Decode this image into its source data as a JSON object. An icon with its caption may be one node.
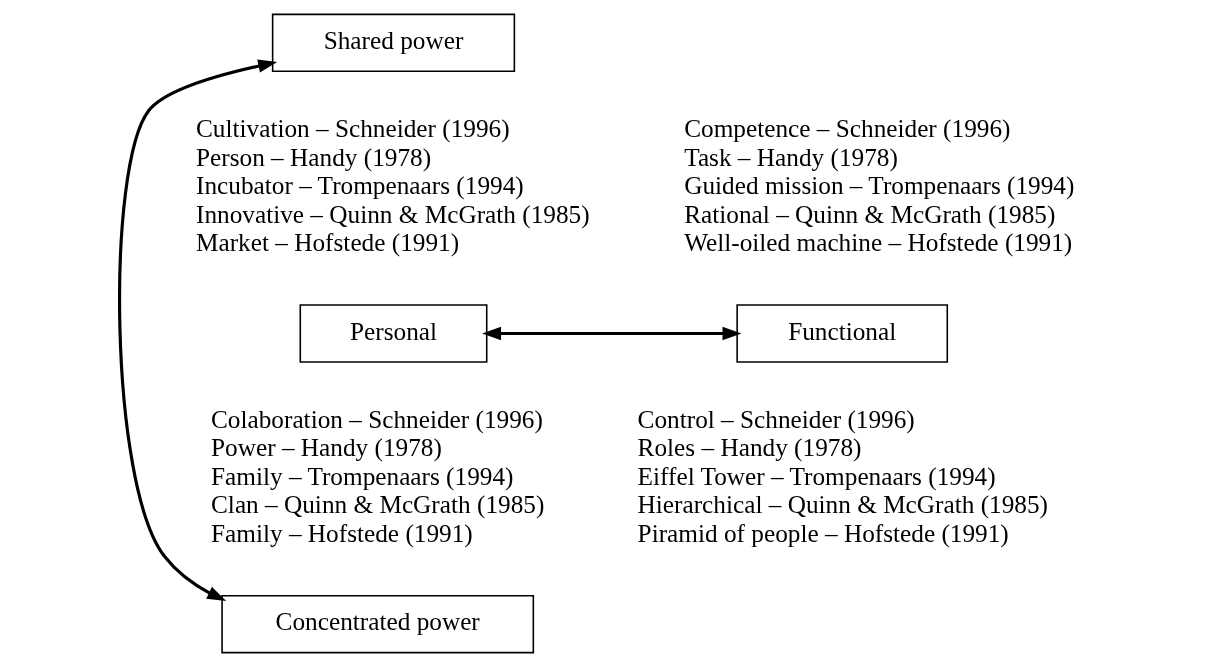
{
  "diagram": {
    "nodes": [
      {
        "text": [
          "Shared power"
        ]
      },
      {
        "text": [
          "Personal"
        ]
      },
      {
        "text": [
          "Functional"
        ]
      },
      {
        "text": [
          "Concentrated power"
        ]
      }
    ],
    "edges": [
      {
        "from": 0,
        "to": 3,
        "arrow": "both"
      },
      {
        "from": 1,
        "to": 2,
        "arrow": "both"
      }
    ],
    "labels": [
      "Cultivation – Schneider (1996)",
      "Person – Handy (1978)",
      "Incubator – Trompenaars (1994)",
      "Innovative – Quinn & McGrath (1985)",
      "Market – Hofstede (1991)",
      "Competence – Schneider (1996)",
      "Task – Handy (1978)",
      "Guided mission – Trompenaars (1994)",
      "Rational – Quinn & McGrath (1985)",
      "Well-oiled machine – Hofstede (1991)",
      "Colaboration – Schneider (1996)",
      "Power – Handy (1978)",
      "Family – Trompenaars (1994)",
      "Clan – Quinn & McGrath (1985)",
      "Family – Hofstede (1991)",
      "Control – Schneider (1996)",
      "Roles – Handy (1978)",
      "Eiffel Tower – Trompenaars (1994)",
      "Hierarchical – Quinn & McGrath (1985)",
      "Piramid of people – Hofstede (1991)"
    ]
  }
}
